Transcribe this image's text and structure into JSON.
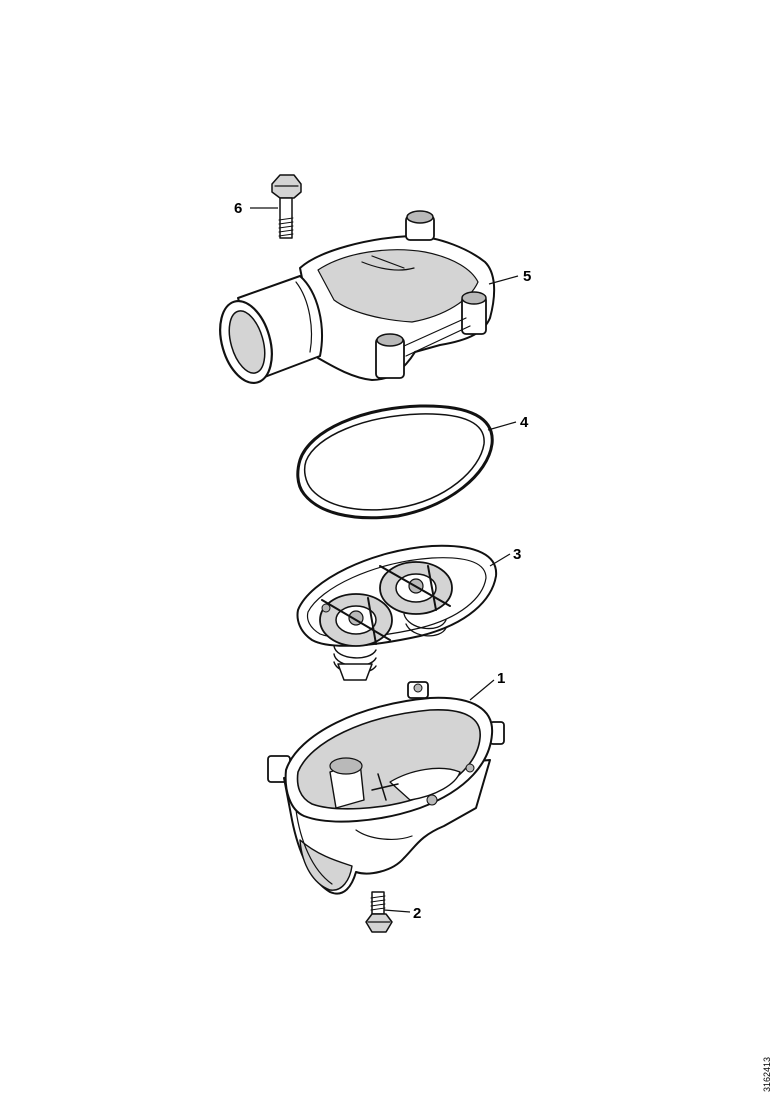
{
  "diagram": {
    "callouts": [
      {
        "id": "1",
        "label": "1"
      },
      {
        "id": "2",
        "label": "2"
      },
      {
        "id": "3",
        "label": "3"
      },
      {
        "id": "4",
        "label": "4"
      },
      {
        "id": "5",
        "label": "5"
      },
      {
        "id": "6",
        "label": "6"
      }
    ],
    "reference_code": "3162413"
  }
}
